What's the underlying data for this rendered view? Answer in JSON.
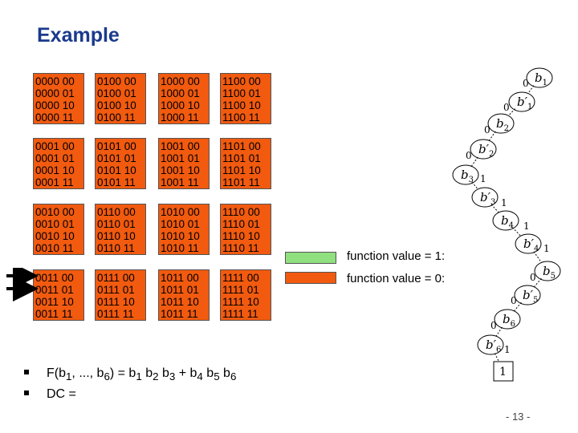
{
  "title": "Example",
  "cells": [
    [
      "0000 00",
      "0000 01",
      "0000 10",
      "0000 11"
    ],
    [
      "0100 00",
      "0100 01",
      "0100 10",
      "0100 11"
    ],
    [
      "1000 00",
      "1000 01",
      "1000 10",
      "1000 11"
    ],
    [
      "1100 00",
      "1100 01",
      "1100 10",
      "1100 11"
    ],
    [
      "0001 00",
      "0001 01",
      "0001 10",
      "0001 11"
    ],
    [
      "0101 00",
      "0101 01",
      "0101 10",
      "0101 11"
    ],
    [
      "1001 00",
      "1001 01",
      "1001 10",
      "1001 11"
    ],
    [
      "1101 00",
      "1101 01",
      "1101 10",
      "1101 11"
    ],
    [
      "0010 00",
      "0010 01",
      "0010 10",
      "0010 11"
    ],
    [
      "0110 00",
      "0110 01",
      "0110 10",
      "0110 11"
    ],
    [
      "1010 00",
      "1010 01",
      "1010 10",
      "1010 11"
    ],
    [
      "1110 00",
      "1110 01",
      "1110 10",
      "1110 11"
    ],
    [
      "0011 00",
      "0011 01",
      "0011 10",
      "0011 11"
    ],
    [
      "0111 00",
      "0111 01",
      "0111 10",
      "0111 11"
    ],
    [
      "1011 00",
      "1011 01",
      "1011 10",
      "1011 11"
    ],
    [
      "1111 00",
      "1111 01",
      "1111 10",
      "1111 11"
    ]
  ],
  "cell_colors": [
    "orange",
    "orange",
    "orange",
    "orange",
    "orange",
    "orange",
    "orange",
    "orange",
    "orange",
    "orange",
    "orange",
    "orange",
    "orange",
    "orange",
    "orange",
    "orange"
  ],
  "colors": {
    "green": "#90e07f",
    "orange": "#f15a0f",
    "title": "#1a3a8c"
  },
  "legend": {
    "one": "function value = 1:",
    "zero": "function value = 0:"
  },
  "bullets": {
    "formula": {
      "prefix": "F(b",
      "s1": "1",
      "mid1": ", ..., b",
      "s2": "6",
      "mid2": ") = b",
      "s3": "1",
      "mid3": " b",
      "s4": "2",
      "mid4": " b",
      "s5": "3",
      "mid5": " + b",
      "s6": "4",
      "mid6": " b",
      "s7": "5",
      "mid7": " b",
      "s8": "6"
    },
    "dc": "DC ="
  },
  "bdd": {
    "nodes": [
      "b",
      "b′",
      "b",
      "b′",
      "b",
      "b′",
      "b",
      "b′",
      "b",
      "b′",
      "b",
      "b′"
    ],
    "subs": [
      "1",
      "1",
      "2",
      "2",
      "3",
      "3",
      "4",
      "4",
      "5",
      "5",
      "6",
      "6"
    ],
    "edge_labels": [
      "0",
      "0",
      "0",
      "0",
      "1",
      "1",
      "1",
      "1",
      "0",
      "0",
      "0",
      "1"
    ],
    "terminal": "1"
  },
  "footer": "- 13 -"
}
